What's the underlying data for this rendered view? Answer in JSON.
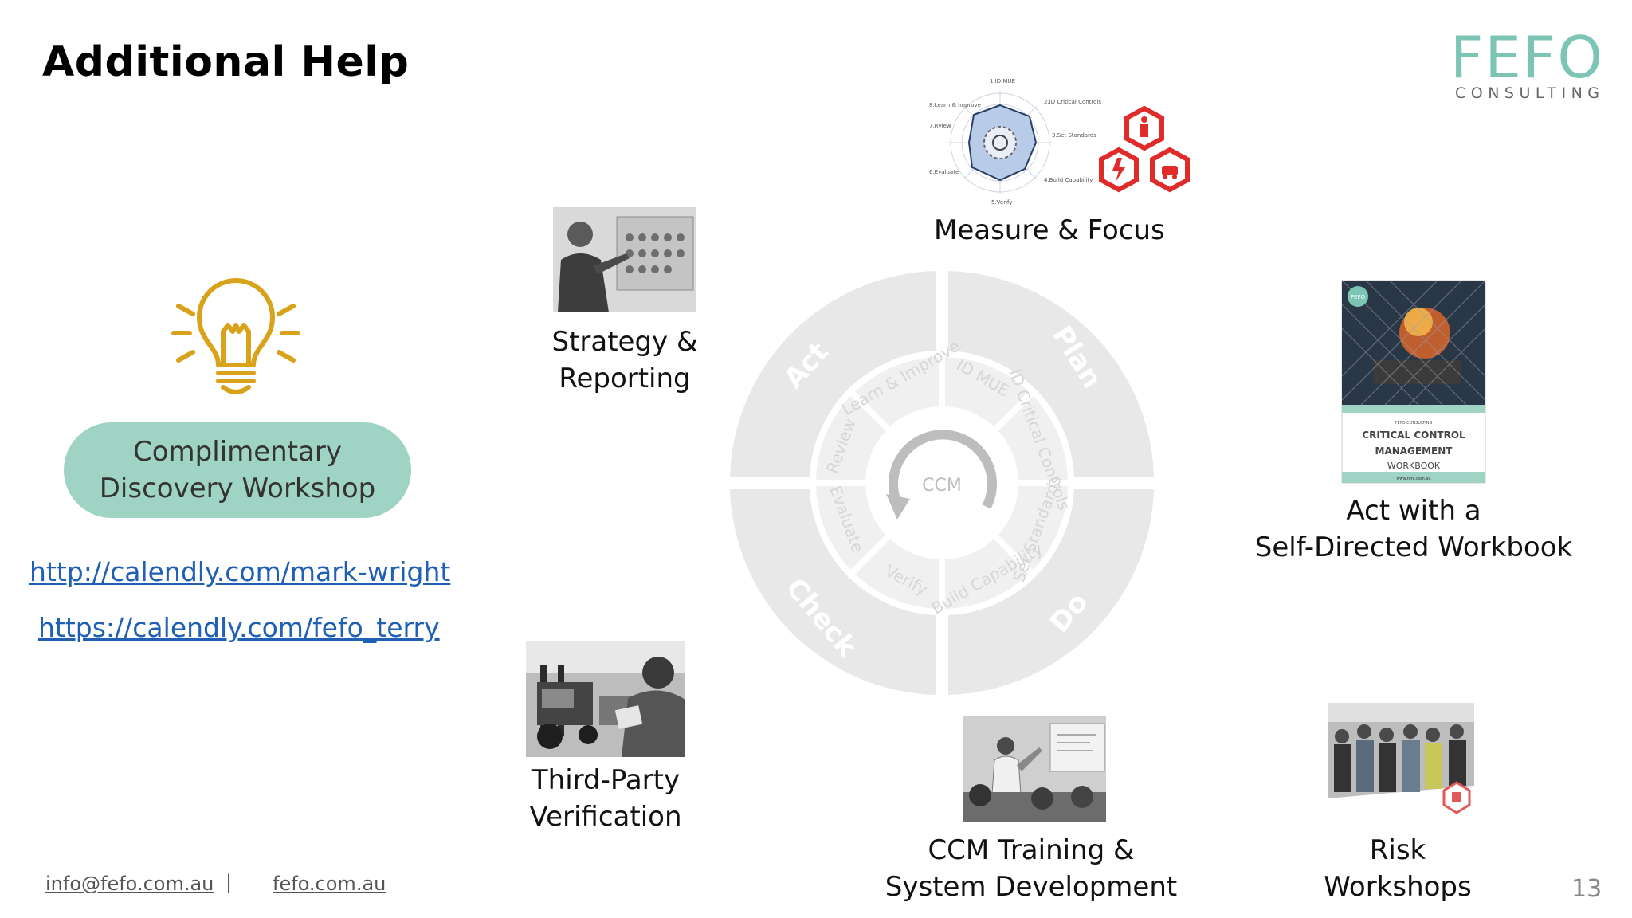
{
  "slide": {
    "title": "Additional Help",
    "page_number": "13"
  },
  "logo": {
    "main": "FEFO",
    "sub": "CONSULTING"
  },
  "colors": {
    "accent_teal": "#9fd3c4",
    "logo_teal": "#7cc5b5",
    "link_blue": "#1f5fb4",
    "bulb_gold": "#d9a21b",
    "hazard_red": "#e02b2b",
    "wheel_grey": "#e6e6e6"
  },
  "workshop": {
    "icon": "lightbulb-icon",
    "line1": "Complimentary",
    "line2": "Discovery Workshop"
  },
  "links": {
    "calendly_mark": "http://calendly.com/mark-wright",
    "calendly_terry": "https://calendly.com/fefo_terry"
  },
  "footer": {
    "email": "info@fefo.com.au",
    "separator": "|",
    "website": "fefo.com.au"
  },
  "services": {
    "measure": "Measure & Focus",
    "strategy_1": "Strategy &",
    "strategy_2": "Reporting",
    "workbook_1": "Act with a",
    "workbook_2": "Self-Directed Workbook",
    "verification_1": "Third-Party",
    "verification_2": "Verification",
    "training_1": "CCM Training &",
    "training_2": "System Development",
    "risk_1": "Risk",
    "risk_2": "Workshops"
  },
  "radar": {
    "labels": [
      "1.ID MUE",
      "2.ID Critical Controls",
      "3.Set Standards",
      "4.Build Capability",
      "5.Verify",
      "6.Evaluate",
      "7.Rview",
      "8.Learn & Improve"
    ]
  },
  "workbook_cover": {
    "badge": "FEFO",
    "publisher": "FEFO CONSULTING",
    "title_1": "CRITICAL CONTROL",
    "title_2": "MANAGEMENT",
    "subtitle": "WORKBOOK",
    "url": "www.fefo.com.au"
  },
  "wheel": {
    "center": "CCM",
    "outer": [
      "Plan",
      "Do",
      "Check",
      "Act"
    ],
    "inner": [
      "ID MUE",
      "ID Critical Controls",
      "Set Standards",
      "Build Capability",
      "Verify",
      "Evaluate",
      "Review",
      "Learn & Improve"
    ]
  }
}
